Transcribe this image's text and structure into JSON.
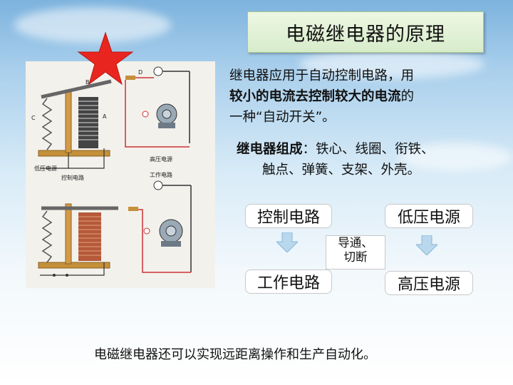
{
  "title": "电磁继电器的原理",
  "description": {
    "line1": "继电器应用于自动控制电路，用",
    "line2_bold": "较小的电流去控制较大的电流",
    "line2_rest": "的",
    "line3": "一种“自动开关”。"
  },
  "composition": {
    "label": "继电器组成",
    "items_line1": "：铁心、线圈、衔铁、",
    "items_line2": "触点、弹簧、支架、外壳。"
  },
  "flow": {
    "control_circuit": "控制电路",
    "low_voltage": "低压电源",
    "work_circuit": "工作电路",
    "high_voltage": "高压电源",
    "middle_line1": "导通、",
    "middle_line2": "切断"
  },
  "diagram": {
    "label_high_voltage_source": "高压电源",
    "label_work_circuit": "工作电路",
    "label_low_voltage_source": "低压电源",
    "label_control_circuit": "控制电路",
    "label_a": "A",
    "label_b": "B",
    "label_c": "C",
    "label_d": "D"
  },
  "footer": "电磁继电器还可以实现远距离操作和生产自动化。",
  "colors": {
    "star": "#e8261f",
    "title_bg": "#dcefd0",
    "arrow": "#b9d8ee"
  }
}
